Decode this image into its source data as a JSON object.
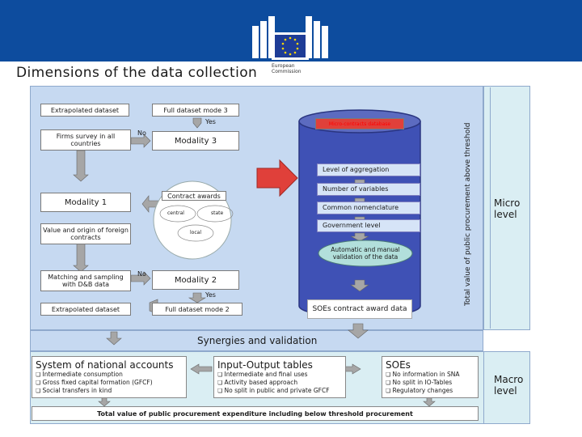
{
  "title": "Dimensions of the data collection",
  "logo": {
    "line1": "European",
    "line2": "Commission"
  },
  "left_top": {
    "extrapolated_top": "Extrapolated dataset",
    "full_mode3": "Full dataset mode 3",
    "yes_top": "Yes",
    "firms_survey": "Firms survey in all countries",
    "no_top": "No",
    "modality3": "Modality 3"
  },
  "modality1": {
    "label": "Modality 1",
    "contract_awards": "Contract awards",
    "central": "central",
    "state": "state",
    "local": "local",
    "value_origin": "Value and origin of foreign contracts"
  },
  "left_bottom": {
    "matching": "Matching and sampling with D&B data",
    "no_bottom": "No",
    "modality2": "Modality 2",
    "yes_bottom": "Yes",
    "extrapolated_bottom": "Extrapolated dataset",
    "full_mode2": "Full dataset mode 2"
  },
  "cylinder": {
    "top_label": "Micro-contracts database",
    "items": [
      "Level of aggregation",
      "Number of variables",
      "Common nomenclature",
      "Government level"
    ],
    "validation": "Automatic and manual validation of the data",
    "output": "SOEs contract award data"
  },
  "vertical_label": "Total value of public procurement above threshold",
  "micro_level": "Micro level",
  "synergies": "Synergies and validation",
  "macro": {
    "sna": {
      "title": "System of national accounts",
      "items": [
        "Intermediate consumption",
        "Gross fixed capital formation (GFCF)",
        "Social transfers in kind"
      ]
    },
    "io": {
      "title": "Input-Output tables",
      "items": [
        "Intermediate and final uses",
        "Activity based approach",
        "No split in public and private GFCF"
      ]
    },
    "soes": {
      "title": "SOEs",
      "items": [
        "No information in SNA",
        "No split in IO-Tables",
        "Regulatory changes"
      ]
    },
    "total": "Total value of public procurement expenditure including below threshold procurement"
  },
  "macro_level": "Macro level",
  "colors": {
    "header": "#0d4c9e",
    "panel": "#c6d9f1",
    "side": "#daeef3",
    "cylinder": "#3f51b5",
    "arrow_red": "#e0403a",
    "arrow_gray": "#a6a6a6",
    "ellipse": "#b2dfdb"
  }
}
